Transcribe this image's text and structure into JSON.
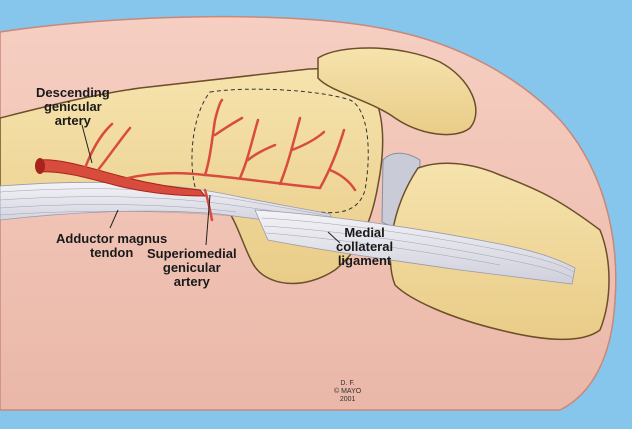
{
  "labels": {
    "descending_genicular_artery": [
      "Descending",
      "genicular",
      "artery"
    ],
    "adductor_magnus_tendon": [
      "Adductor magnus",
      "tendon"
    ],
    "superiomedial_genicular_artery": [
      "Superiomedial",
      "genicular",
      "artery"
    ],
    "medial_collateral_ligament": [
      "Medial",
      "collateral",
      "ligament"
    ]
  },
  "credit": [
    "D. F.",
    "© MAYO",
    "2001"
  ],
  "colors": {
    "background": "#86c5ec",
    "skin": "#f0c2b4",
    "bone": "#f3dca0",
    "bone_outline": "#6b4e2a",
    "artery": "#d84c3e",
    "artery_dark": "#a8231c",
    "tendon": "#e8e6ee",
    "tendon_line": "#9a9aaa",
    "cartilage": "#c9ccd6"
  }
}
